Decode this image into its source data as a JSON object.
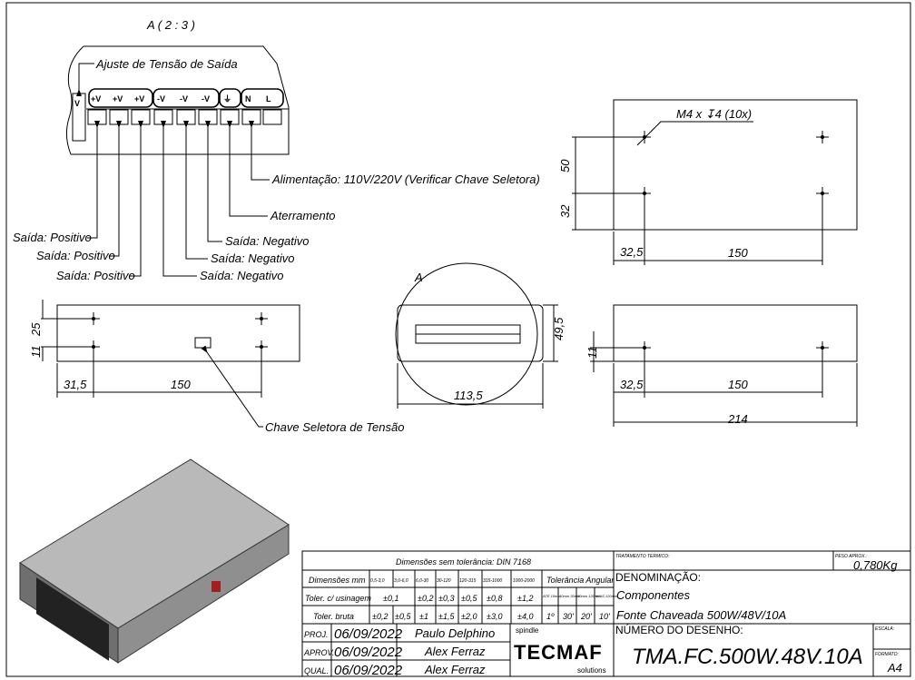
{
  "detail": {
    "title": "A ( 2 : 3 )",
    "adjust": "Ajuste de Tensão de Saída",
    "trim": "V",
    "terminals": [
      "+V",
      "+V",
      "+V",
      "-V",
      "-V",
      "-V",
      "⏚",
      "N",
      "L"
    ],
    "callouts": [
      "Saída: Positivo",
      "Saída: Positivo",
      "Saída: Positivo",
      "Saída: Negativo",
      "Saída: Negativo",
      "Saída: Negativo",
      "Aterramento",
      "Alimentação: 110V/220V (Verificar Chave Seletora)"
    ]
  },
  "front": {
    "d_left": "31,5",
    "d_span": "150",
    "d_v1": "25",
    "d_v2": "11",
    "switch_label": "Chave Seletora de Tensão"
  },
  "end": {
    "view": "A",
    "height": "49,5",
    "width": "113,5"
  },
  "top": {
    "hole_note": "M4 x ↧4 (10x)",
    "d50": "50",
    "d32": "32",
    "d325": "32,5",
    "d150": "150"
  },
  "side": {
    "d11": "11",
    "d325": "32,5",
    "d150": "150",
    "d214": "214"
  },
  "title_block": {
    "tol_title": "Dimensões sem tolerância: DIN 7168",
    "dim_label": "Dimensões mm",
    "ranges": [
      "0,5-3,0",
      "3,0-6,0",
      "6,0-30",
      "30-120",
      "120-315",
      "315-1000",
      "1000-2000"
    ],
    "ang_label": "Tolerância Angular",
    "mach_label": "Toler. c/ usinagem",
    "mach": [
      "±0,1",
      "±0,2",
      "±0,3",
      "±0,5",
      "±0,8",
      "±1,2"
    ],
    "ang_ranges": [
      "ATÉ 10mm",
      "10mm 30mm",
      "50mm 120mm",
      "MAIS 120mm"
    ],
    "raw_label": "Toler. bruta",
    "raw": [
      "±0,2",
      "±0,5",
      "±1",
      "±1,5",
      "±2,0",
      "±3,0",
      "±4,0"
    ],
    "ang_vals": [
      "1º",
      "30'",
      "20'",
      "10'"
    ],
    "rows": [
      {
        "role": "PROJ.",
        "date": "06/09/2022",
        "name": "Paulo Delphino"
      },
      {
        "role": "APROV.",
        "date": "06/09/2022",
        "name": "Alex Ferraz"
      },
      {
        "role": "QUAL.",
        "date": "06/09/2022",
        "name": "Alex Ferraz"
      }
    ],
    "logo_top": "spindle",
    "logo": "TECMAF",
    "logo_bottom": "solutions",
    "heat_label": "TRATAMENTO TERMICO:",
    "weight_label": "PESO APROX.:",
    "weight": "0,780Kg",
    "denom_label": "DENOMINAÇÃO:",
    "denom1": "Componentes",
    "denom2": "Fonte Chaveada 500W/48V/10A",
    "number_label": "NÚMERO DO DESENHO:",
    "number": "TMA.FC.500W.48V.10A",
    "scale_label": "ESCALA:",
    "format_label": "FORMATO:",
    "format": "A4"
  }
}
